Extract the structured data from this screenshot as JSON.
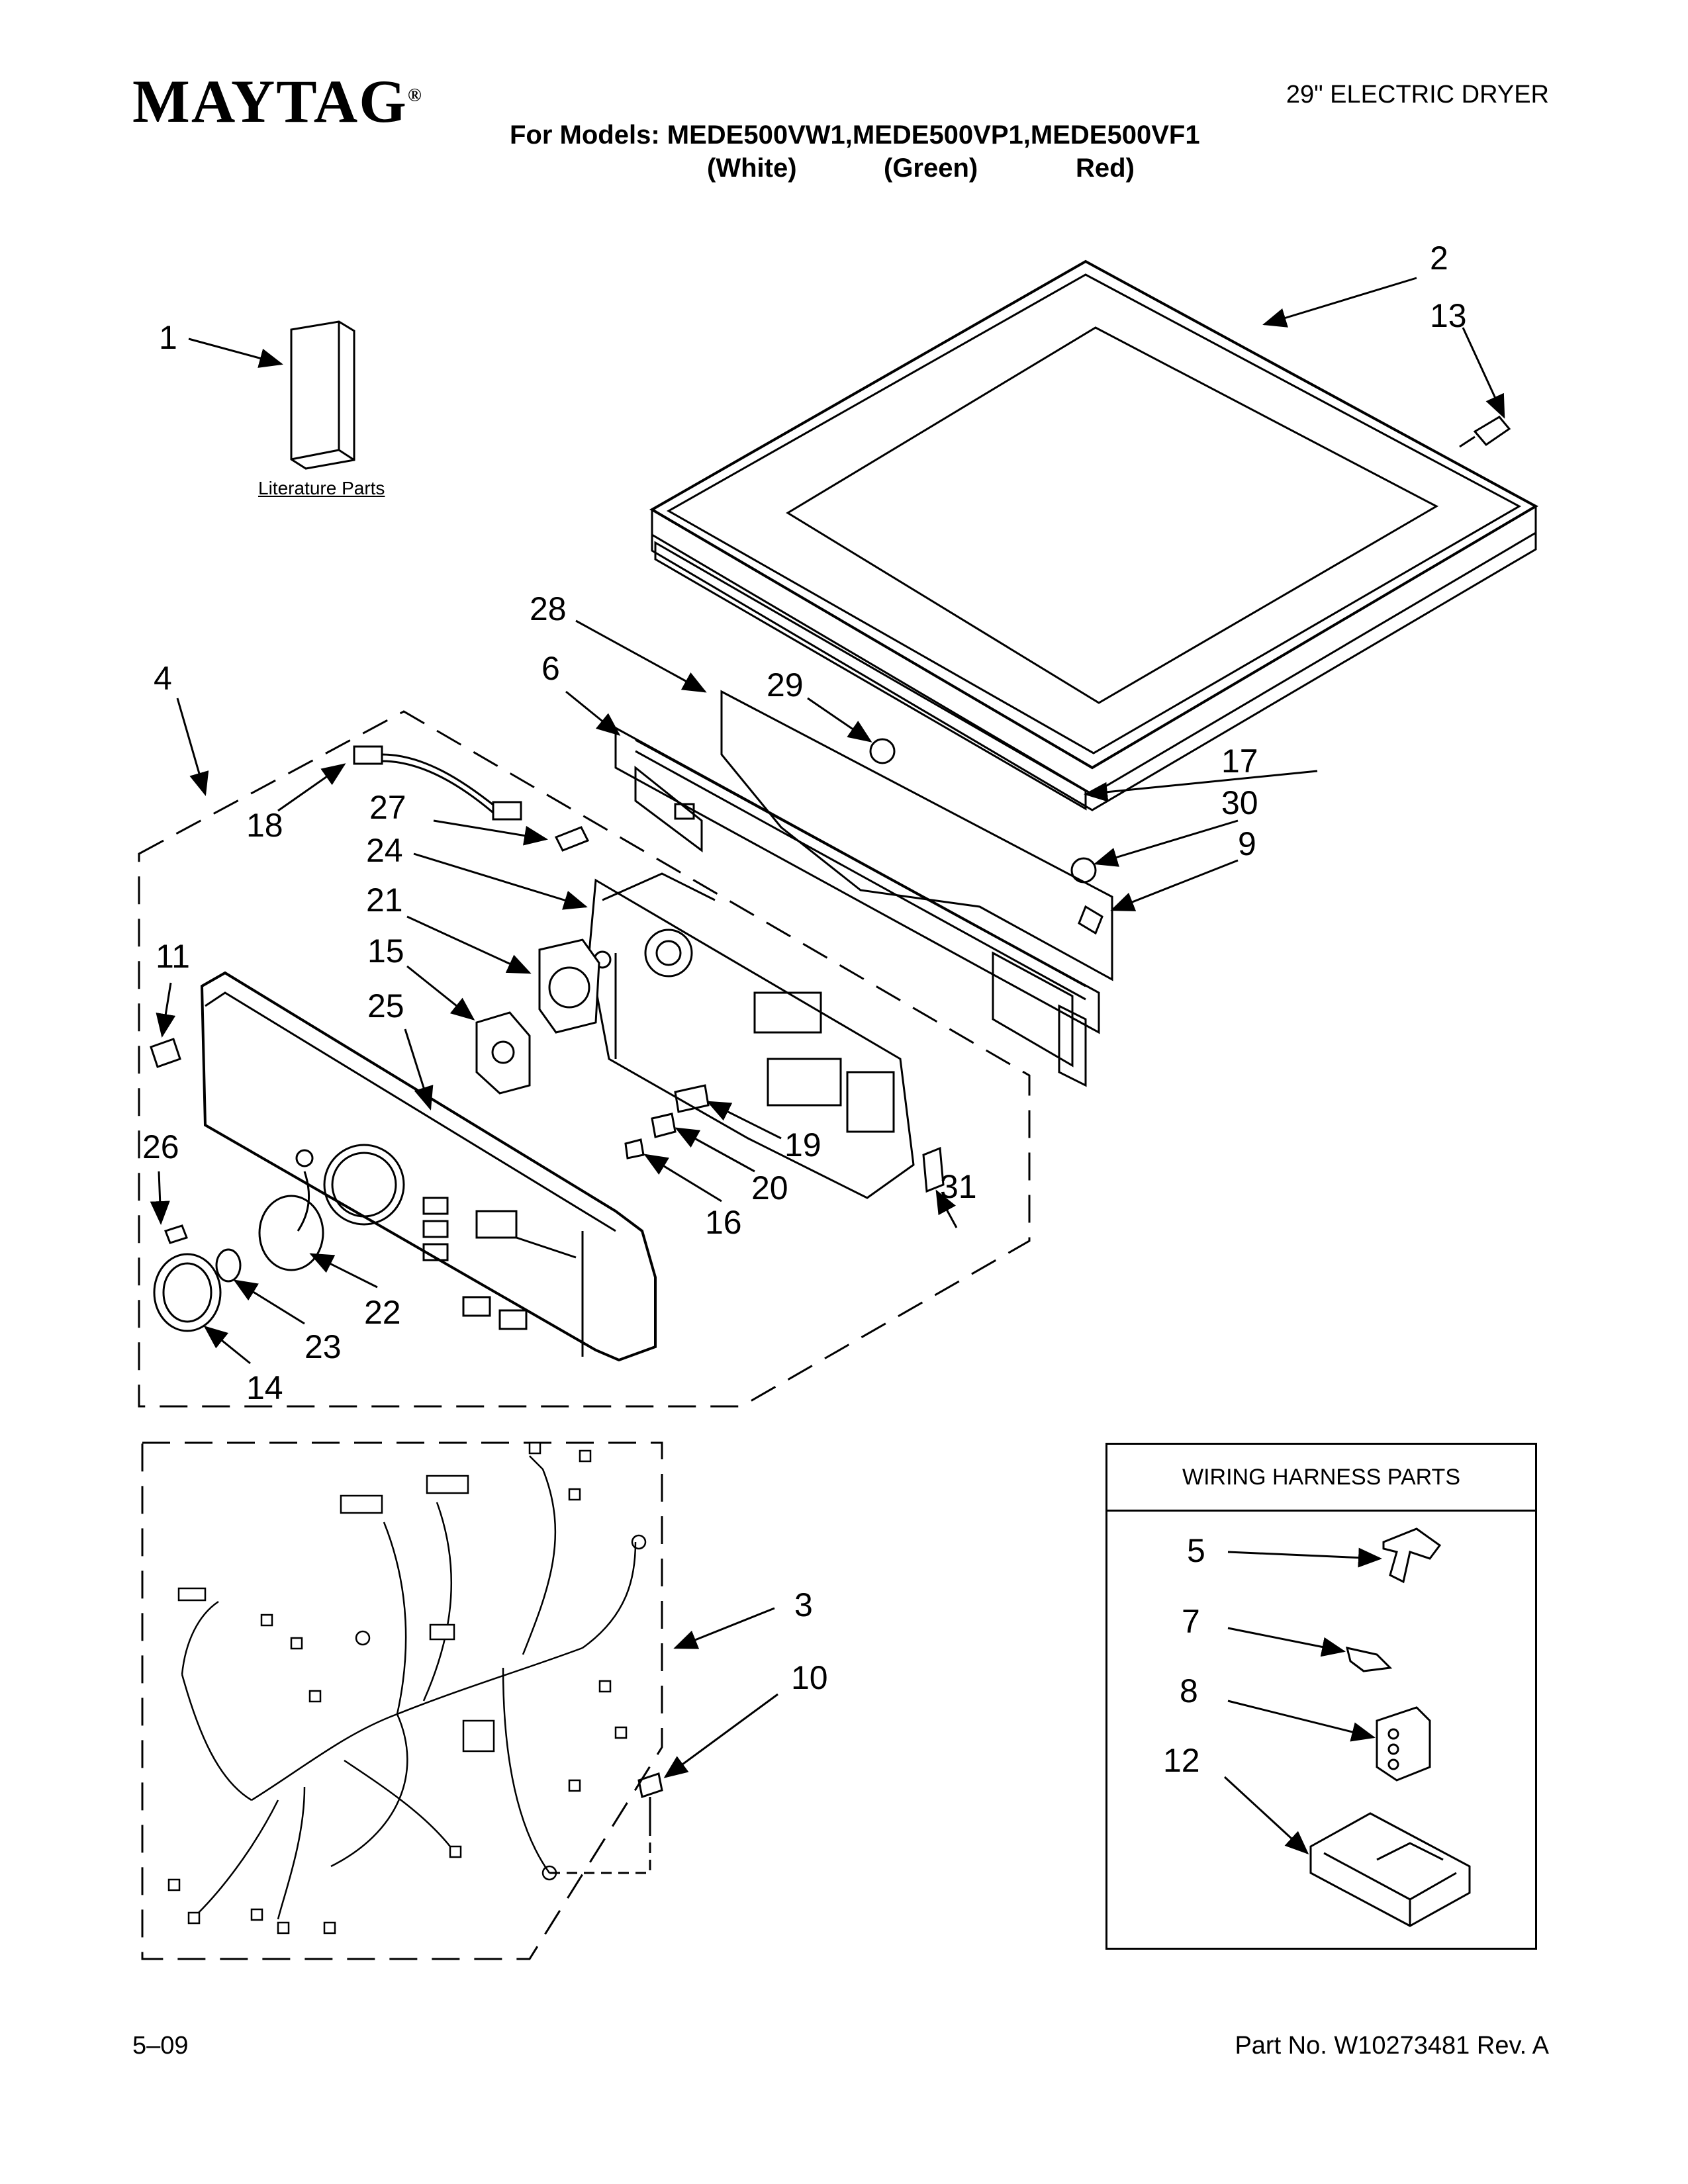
{
  "header": {
    "brand": "MAYTAG",
    "brand_mark": "®",
    "dryer_type": "29\" ELECTRIC DRYER",
    "models_line": "For Models: MEDE500VW1,MEDE500VP1,MEDE500VF1",
    "colors": [
      "(White)",
      "(Green)",
      "Red)"
    ]
  },
  "literature_label": "Literature Parts",
  "wiring_harness_title": "WIRING HARNESS PARTS",
  "callouts": {
    "c1": "1",
    "c2": "2",
    "c3": "3",
    "c4": "4",
    "c5": "5",
    "c6": "6",
    "c7": "7",
    "c8": "8",
    "c9": "9",
    "c10": "10",
    "c11": "11",
    "c12": "12",
    "c13": "13",
    "c14": "14",
    "c15": "15",
    "c16": "16",
    "c17": "17",
    "c18": "18",
    "c19": "19",
    "c20": "20",
    "c21": "21",
    "c22": "22",
    "c23": "23",
    "c24": "24",
    "c25": "25",
    "c26": "26",
    "c27": "27",
    "c28": "28",
    "c29": "29",
    "c30": "30",
    "c31": "31"
  },
  "footer": {
    "date": "5–09",
    "part_number": "Part No. W10273481 Rev. A"
  }
}
